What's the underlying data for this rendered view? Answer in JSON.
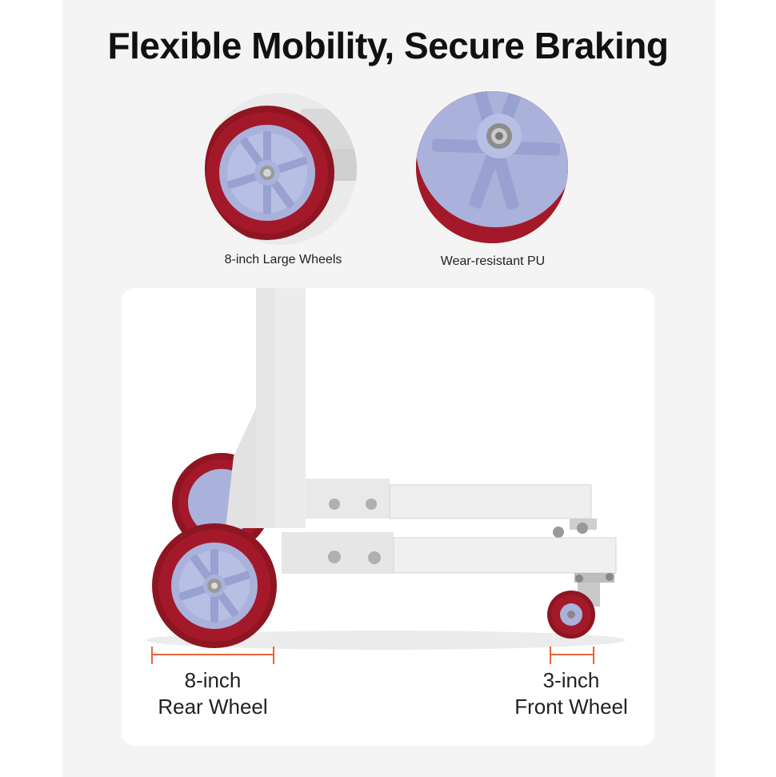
{
  "headline": "Flexible Mobility, Secure Braking",
  "details": [
    {
      "icon": "large-wheel-icon",
      "caption": "8-inch Large Wheels"
    },
    {
      "icon": "pu-tread-icon",
      "caption": "Wear-resistant PU"
    }
  ],
  "measurements": {
    "rear": {
      "size": "8-inch",
      "label": "Rear Wheel"
    },
    "front": {
      "size": "3-inch",
      "label": "Front Wheel"
    }
  },
  "colors": {
    "tread": "#a3192a",
    "hub": "#aab2dc",
    "frame": "#e6e6e6",
    "dimension_line": "#e8643a"
  }
}
